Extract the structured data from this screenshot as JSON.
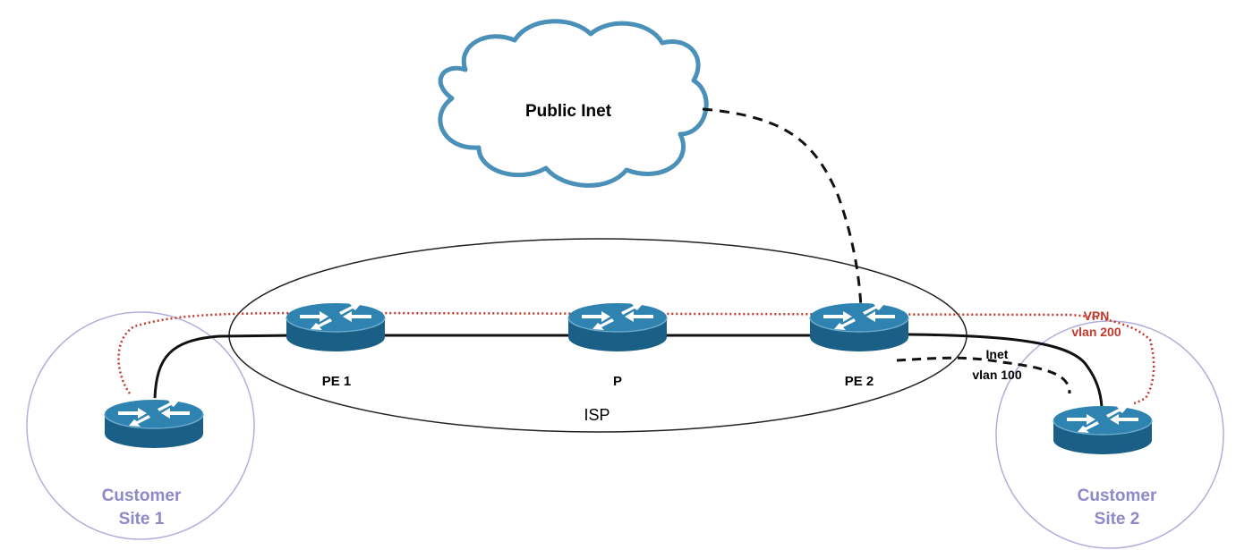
{
  "labels": {
    "cloud": "Public Inet",
    "pe1": "PE 1",
    "p": "P",
    "pe2": "PE 2",
    "isp": "ISP",
    "vpn_line1": "VPN",
    "vpn_line2": "vlan 200",
    "inet_line1": "Inet",
    "inet_line2": "vlan 100",
    "site1_line1": "Customer",
    "site1_line2": "Site 1",
    "site2_line1": "Customer",
    "site2_line2": "Site 2"
  },
  "colors": {
    "router_body": "#1e6a93",
    "router_top": "#2f83b0",
    "cloud_stroke": "#4a90b8",
    "site_ring": "#b3aedb",
    "site_text": "#8e88c8",
    "vpn": "#c0392b",
    "link": "#111111"
  },
  "icons": [
    "cloud-icon",
    "router-icon"
  ]
}
